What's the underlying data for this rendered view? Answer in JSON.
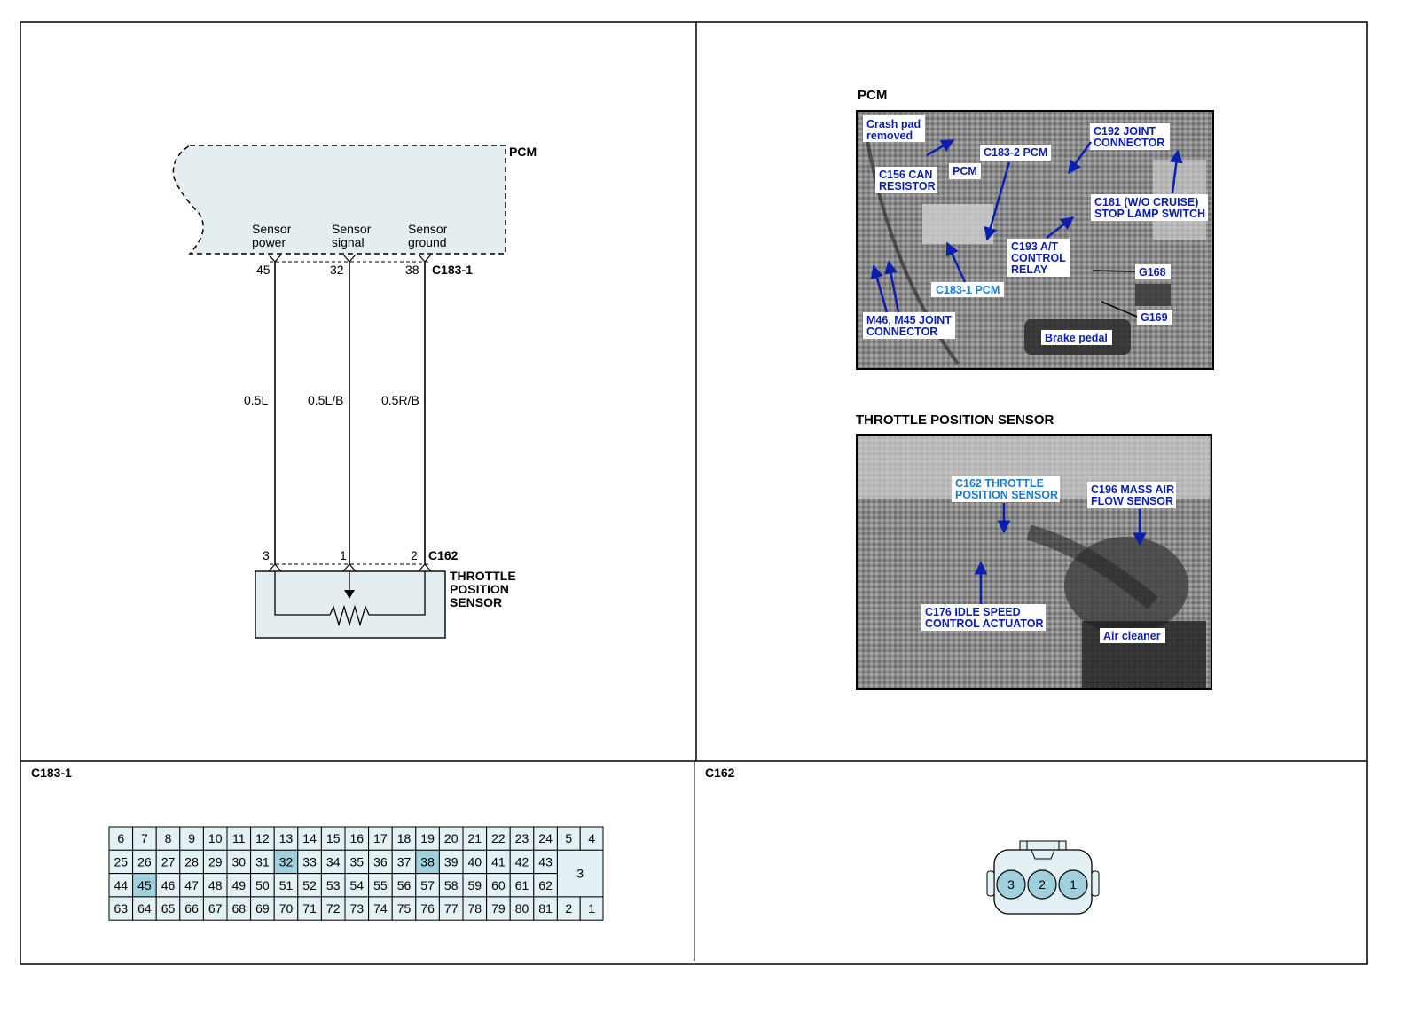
{
  "schematic": {
    "pcm_label": "PCM",
    "pins": [
      {
        "name": "Sensor\npower",
        "line1": "Sensor",
        "line2": "power",
        "pcm_pin": "45",
        "wire": "0.5L",
        "sensor_pin": "3"
      },
      {
        "name": "Sensor\nsignal",
        "line1": "Sensor",
        "line2": "signal",
        "pcm_pin": "32",
        "wire": "0.5L/B",
        "sensor_pin": "1"
      },
      {
        "name": "Sensor\nground",
        "line1": "Sensor",
        "line2": "ground",
        "pcm_pin": "38",
        "wire": "0.5R/B",
        "sensor_pin": "2"
      }
    ],
    "pcm_connector": "C183-1",
    "sensor_connector": "C162",
    "sensor_label_lines": [
      "THROTTLE",
      "POSITION",
      "SENSOR"
    ]
  },
  "photos": {
    "pcm_title": "PCM",
    "pcm_callouts": {
      "crash_pad": [
        "Crash pad",
        "removed"
      ],
      "c156": [
        "C156 CAN",
        "RESISTOR"
      ],
      "pcm": [
        "PCM"
      ],
      "c183_2": [
        "C183-2 PCM"
      ],
      "c192": [
        "C192 JOINT",
        "CONNECTOR"
      ],
      "c181": [
        "C181 (W/O CRUISE)",
        "STOP LAMP SWITCH"
      ],
      "c193": [
        "C193 A/T",
        "CONTROL",
        "RELAY"
      ],
      "g168": [
        "G168"
      ],
      "c183_1": [
        "C183-1 PCM"
      ],
      "m46": [
        "M46, M45 JOINT",
        "CONNECTOR"
      ],
      "g169": [
        "G169"
      ],
      "brake": [
        "Brake pedal"
      ]
    },
    "tps_title": "THROTTLE POSITION SENSOR",
    "tps_callouts": {
      "c162": [
        "C162 THROTTLE",
        "POSITION SENSOR"
      ],
      "c196": [
        "C196 MASS AIR",
        "FLOW SENSOR"
      ],
      "c176": [
        "C176 IDLE SPEED",
        "CONTROL ACTUATOR"
      ],
      "air": [
        "Air cleaner"
      ]
    }
  },
  "connectors": {
    "c183_title": "C183-1",
    "c162_title": "C162",
    "c183_rows": [
      [
        "6",
        "7",
        "8",
        "9",
        "10",
        "11",
        "12",
        "13",
        "14",
        "15",
        "16",
        "17",
        "18",
        "19",
        "20",
        "21",
        "22",
        "23",
        "24"
      ],
      [
        "25",
        "26",
        "27",
        "28",
        "29",
        "30",
        "31",
        "32",
        "33",
        "34",
        "35",
        "36",
        "37",
        "38",
        "39",
        "40",
        "41",
        "42",
        "43"
      ],
      [
        "44",
        "45",
        "46",
        "47",
        "48",
        "49",
        "50",
        "51",
        "52",
        "53",
        "54",
        "55",
        "56",
        "57",
        "58",
        "59",
        "60",
        "61",
        "62"
      ],
      [
        "63",
        "64",
        "65",
        "66",
        "67",
        "68",
        "69",
        "70",
        "71",
        "72",
        "73",
        "74",
        "75",
        "76",
        "77",
        "78",
        "79",
        "80",
        "81"
      ]
    ],
    "c183_right": {
      "top": [
        "5",
        "4"
      ],
      "middle": "3",
      "bottom": [
        "2",
        "1"
      ]
    },
    "c183_highlight": [
      "32",
      "38",
      "45"
    ],
    "c162_pins": [
      "3",
      "2",
      "1"
    ],
    "highlight_color": "#9fd0dc",
    "cell_color": "#e4f1f4"
  }
}
